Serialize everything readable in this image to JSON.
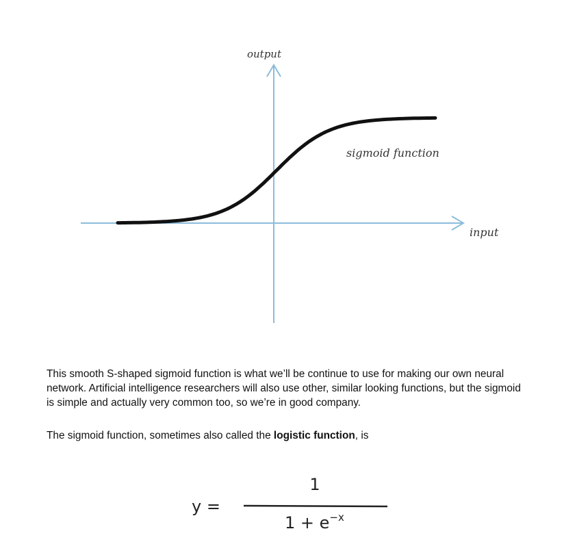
{
  "chart_data": {
    "type": "line",
    "title": "",
    "xlabel": "input",
    "ylabel": "output",
    "series": [
      {
        "name": "sigmoid function",
        "function": "1 / (1 + e^-x)"
      }
    ],
    "x_range": [
      -6,
      6
    ],
    "y_range": [
      0,
      1
    ],
    "grid": false
  },
  "colors": {
    "axis": "#8bbcdc",
    "curve": "#111111"
  },
  "paragraphs": {
    "p1": "This smooth S-shaped sigmoid function is what we’ll be continue to use for making our own neural network. Artificial intelligence researchers will also use other, similar looking functions, but the sigmoid is simple and actually very common too, so we’re in good company.",
    "p2_before": "The sigmoid function, sometimes also called the ",
    "p2_bold": "logistic function",
    "p2_after": ", is"
  },
  "formula": {
    "lhs": "y =",
    "numerator": "1",
    "denominator_base": "1 + e",
    "denominator_exponent": "−x"
  }
}
